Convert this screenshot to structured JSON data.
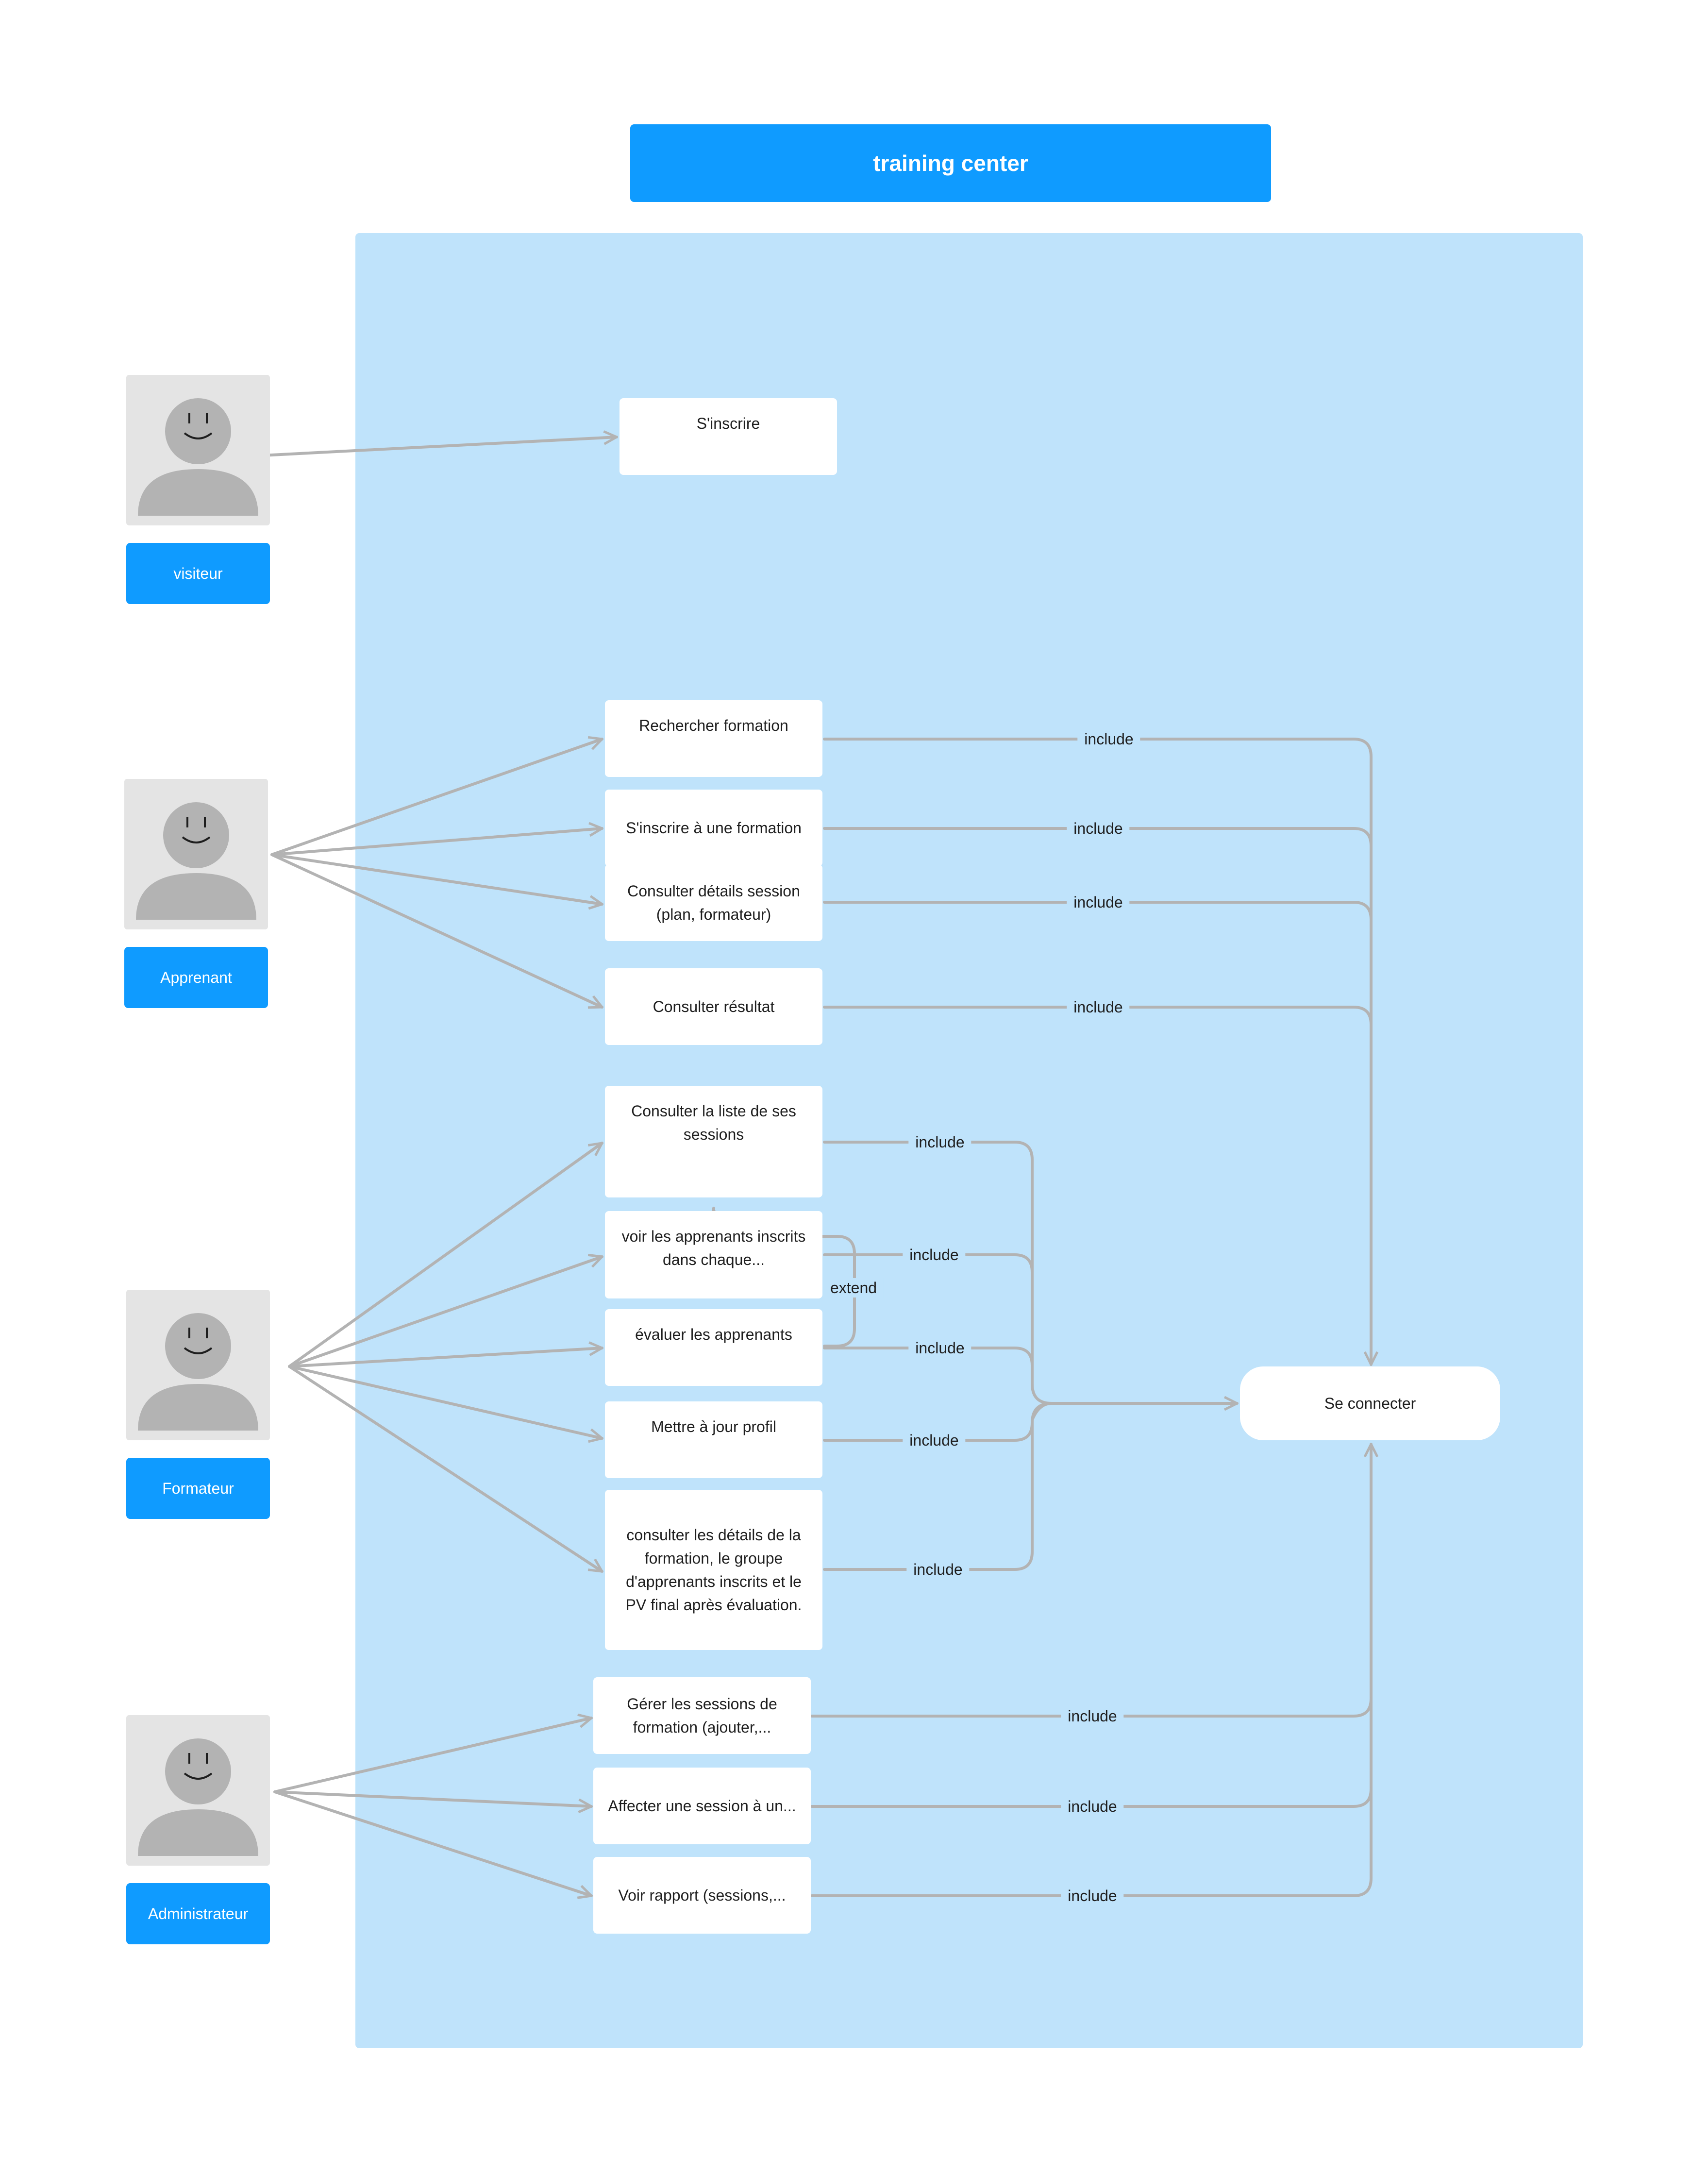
{
  "title": "training center",
  "colors": {
    "accent": "#0f9bff",
    "boundary": "#bfe3fb",
    "connector": "#b3b3b3",
    "avatar_bg": "#e4e4e4",
    "avatar_figure": "#b3b3b3"
  },
  "actors": {
    "visiteur": "visiteur",
    "apprenant": "Apprenant",
    "formateur": "Formateur",
    "administrateur": "Administrateur"
  },
  "usecases": {
    "sinscrire": "S'inscrire",
    "rechercher_formation": "Rechercher formation",
    "sinscrire_formation": "S'inscrire à une formation",
    "consulter_details_session": "Consulter détails session (plan, formateur)",
    "consulter_resultat": "Consulter résultat",
    "consulter_liste_sessions": "Consulter la liste de ses sessions",
    "voir_apprenants": "voir les apprenants inscrits dans chaque...",
    "evaluer_apprenants": "évaluer les apprenants",
    "mettre_a_jour_profil": "Mettre à jour profil",
    "consulter_details_formation": "consulter les détails de la formation, le groupe d'apprenants inscrits et le PV final après évaluation.",
    "gerer_sessions": "Gérer les sessions de formation (ajouter,...",
    "affecter_session": "Affecter une session à un...",
    "voir_rapport": "Voir rapport (sessions,...",
    "se_connecter": "Se connecter"
  },
  "relations": {
    "include": "include",
    "extend": "extend"
  }
}
